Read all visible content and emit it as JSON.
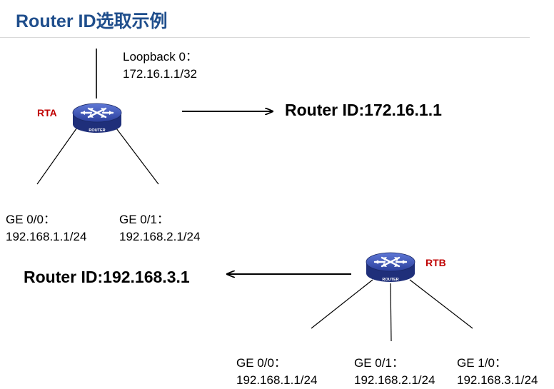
{
  "title": "Router ID选取示例",
  "colors": {
    "title": "#1f4e8c",
    "router_name": "#c00000",
    "router_body": "#2b3f9c"
  },
  "rta": {
    "name": "RTA",
    "icon_label": "ROUTER",
    "loopback": {
      "name": "Loopback 0：",
      "ip": "172.16.1.1/32"
    },
    "interfaces": [
      {
        "name": "GE 0/0：",
        "ip": "192.168.1.1/24"
      },
      {
        "name": "GE 0/1：",
        "ip": "192.168.2.1/24"
      }
    ],
    "router_id": "Router ID:172.16.1.1"
  },
  "rtb": {
    "name": "RTB",
    "icon_label": "ROUTER",
    "interfaces": [
      {
        "name": "GE 0/0：",
        "ip": "192.168.1.1/24"
      },
      {
        "name": "GE 0/1：",
        "ip": "192.168.2.1/24"
      },
      {
        "name": "GE 1/0：",
        "ip": "192.168.3.1/24"
      }
    ],
    "router_id": "Router ID:192.168.3.1"
  }
}
